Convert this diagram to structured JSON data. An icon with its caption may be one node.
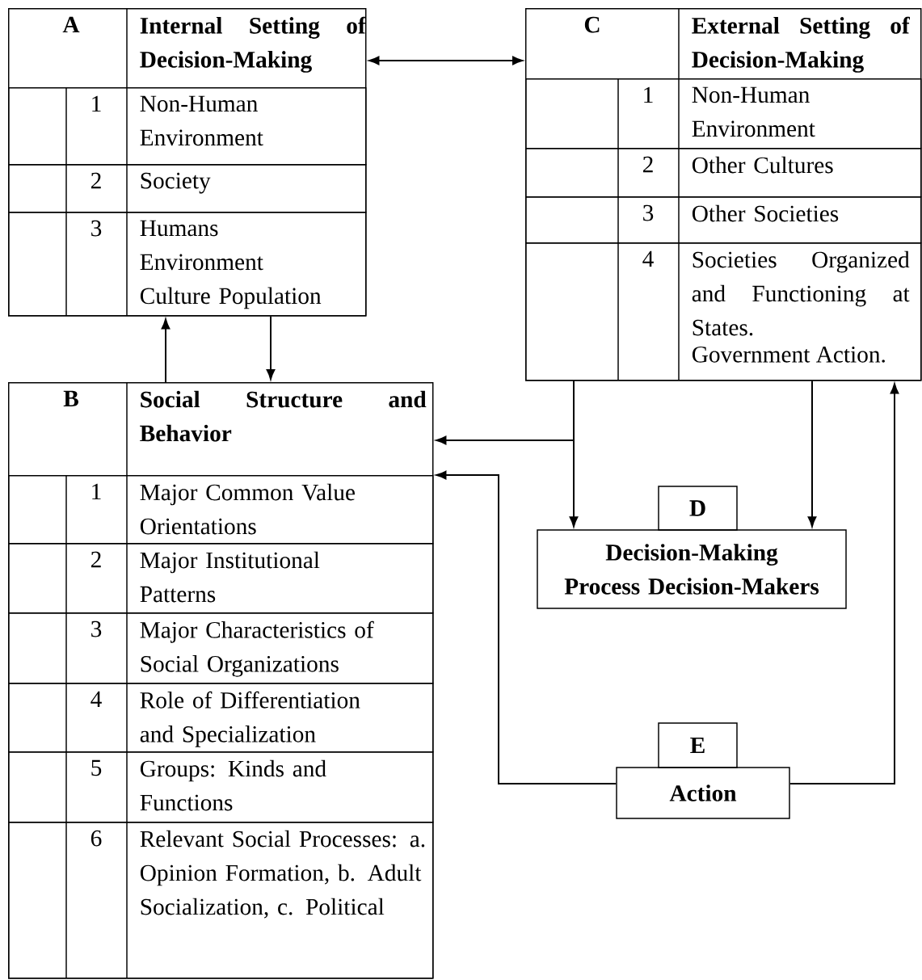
{
  "diagram": {
    "nodes": [
      {
        "text": [
          "A",
          "Internal Setting of Decision-Making"
        ]
      },
      {
        "text": [
          "1",
          "Non-Human Environment"
        ],
        "in": 0
      },
      {
        "text": [
          "2",
          "Society"
        ],
        "in": 0
      },
      {
        "text": [
          "3",
          "Humans Environment Culture Population"
        ],
        "in": 0
      },
      {
        "text": [
          "C",
          "External Setting of Decision-Making"
        ]
      },
      {
        "text": [
          "1",
          "Non-Human Environment"
        ],
        "in": 4
      },
      {
        "text": [
          "2",
          "Other Cultures"
        ],
        "in": 4
      },
      {
        "text": [
          "3",
          "Other Societies"
        ],
        "in": 4
      },
      {
        "text": [
          "4",
          "Societies Organized and Functioning at States.",
          "Government Action."
        ],
        "in": 4
      },
      {
        "text": [
          "B",
          "Social Structure and Behavior"
        ]
      },
      {
        "text": [
          "1",
          "Major Common Value Orientations"
        ],
        "in": 9
      },
      {
        "text": [
          "2",
          "Major Institutional Patterns"
        ],
        "in": 9
      },
      {
        "text": [
          "3",
          "Major Characteristics of Social Organizations"
        ],
        "in": 9
      },
      {
        "text": [
          "4",
          "Role of Differentiation and Specialization"
        ],
        "in": 9
      },
      {
        "text": [
          "5",
          "Groups: Kinds and Functions"
        ],
        "in": 9
      },
      {
        "text": [
          "6",
          "Relevant Social Processes: a. Opinion Formation, b. Adult Socialization, c. Political"
        ],
        "in": 9
      },
      {
        "text": [
          "D",
          "Decision-Making Process Decision-Makers"
        ]
      },
      {
        "text": [
          "E",
          "Action"
        ]
      }
    ],
    "edges": [
      {
        "from": 0,
        "to": 4,
        "arrow": "both"
      },
      {
        "from": 9,
        "to": 0,
        "arrow": "to"
      },
      {
        "from": 0,
        "to": 9,
        "arrow": "to"
      },
      {
        "from": 4,
        "to": 9,
        "arrow": "to"
      },
      {
        "from": 4,
        "to": 16,
        "arrow": "to"
      },
      {
        "from": 4,
        "to": 16,
        "arrow": "to"
      },
      {
        "from": 17,
        "to": 9,
        "arrow": "to"
      },
      {
        "from": 17,
        "to": 4,
        "arrow": "to"
      }
    ]
  }
}
